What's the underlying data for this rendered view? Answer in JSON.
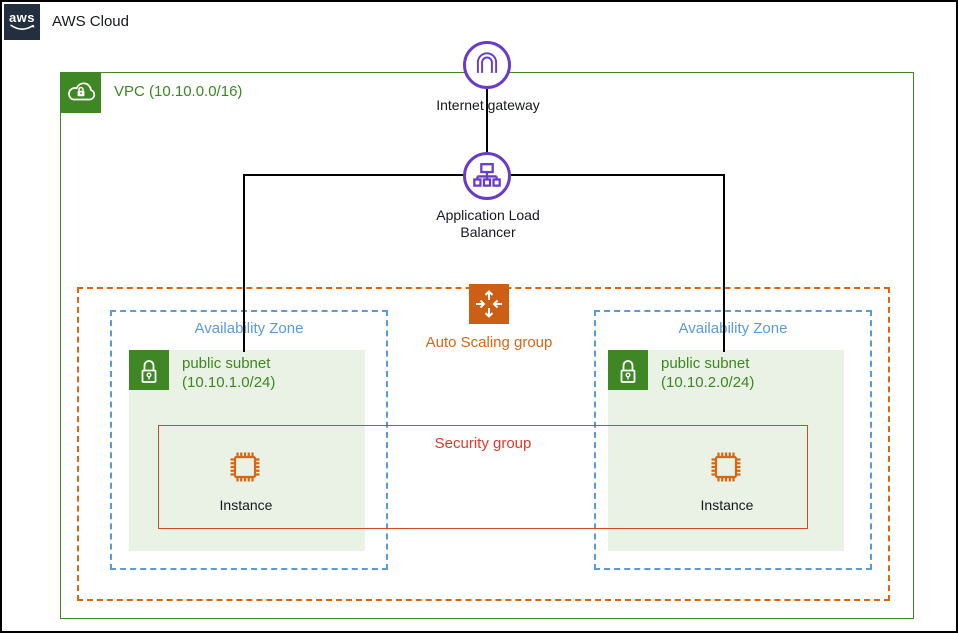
{
  "header": {
    "logo_text": "aws",
    "title": "AWS Cloud"
  },
  "vpc": {
    "label": "VPC (10.10.0.0/16)"
  },
  "internet_gateway": {
    "label": "Internet gateway"
  },
  "load_balancer": {
    "line1": "Application Load",
    "line2": "Balancer"
  },
  "auto_scaling": {
    "label": "Auto Scaling group"
  },
  "security_group": {
    "label": "Security group"
  },
  "availability_zones": [
    {
      "label": "Availability Zone",
      "subnet": {
        "line1": "public subnet",
        "line2": "(10.10.1.0/24)"
      },
      "instance": {
        "label": "Instance"
      }
    },
    {
      "label": "Availability Zone",
      "subnet": {
        "line1": "public subnet",
        "line2": "(10.10.2.0/24)"
      },
      "instance": {
        "label": "Instance"
      }
    }
  ],
  "colors": {
    "aws_dark": "#232f3e",
    "vpc_green": "#3f8624",
    "subnet_bg": "#e9f2e4",
    "az_blue": "#5b9bd5",
    "asg_orange": "#d86613",
    "security_red": "#dd3522",
    "gateway_purple": "#693cc5",
    "line_black": "#000000"
  }
}
